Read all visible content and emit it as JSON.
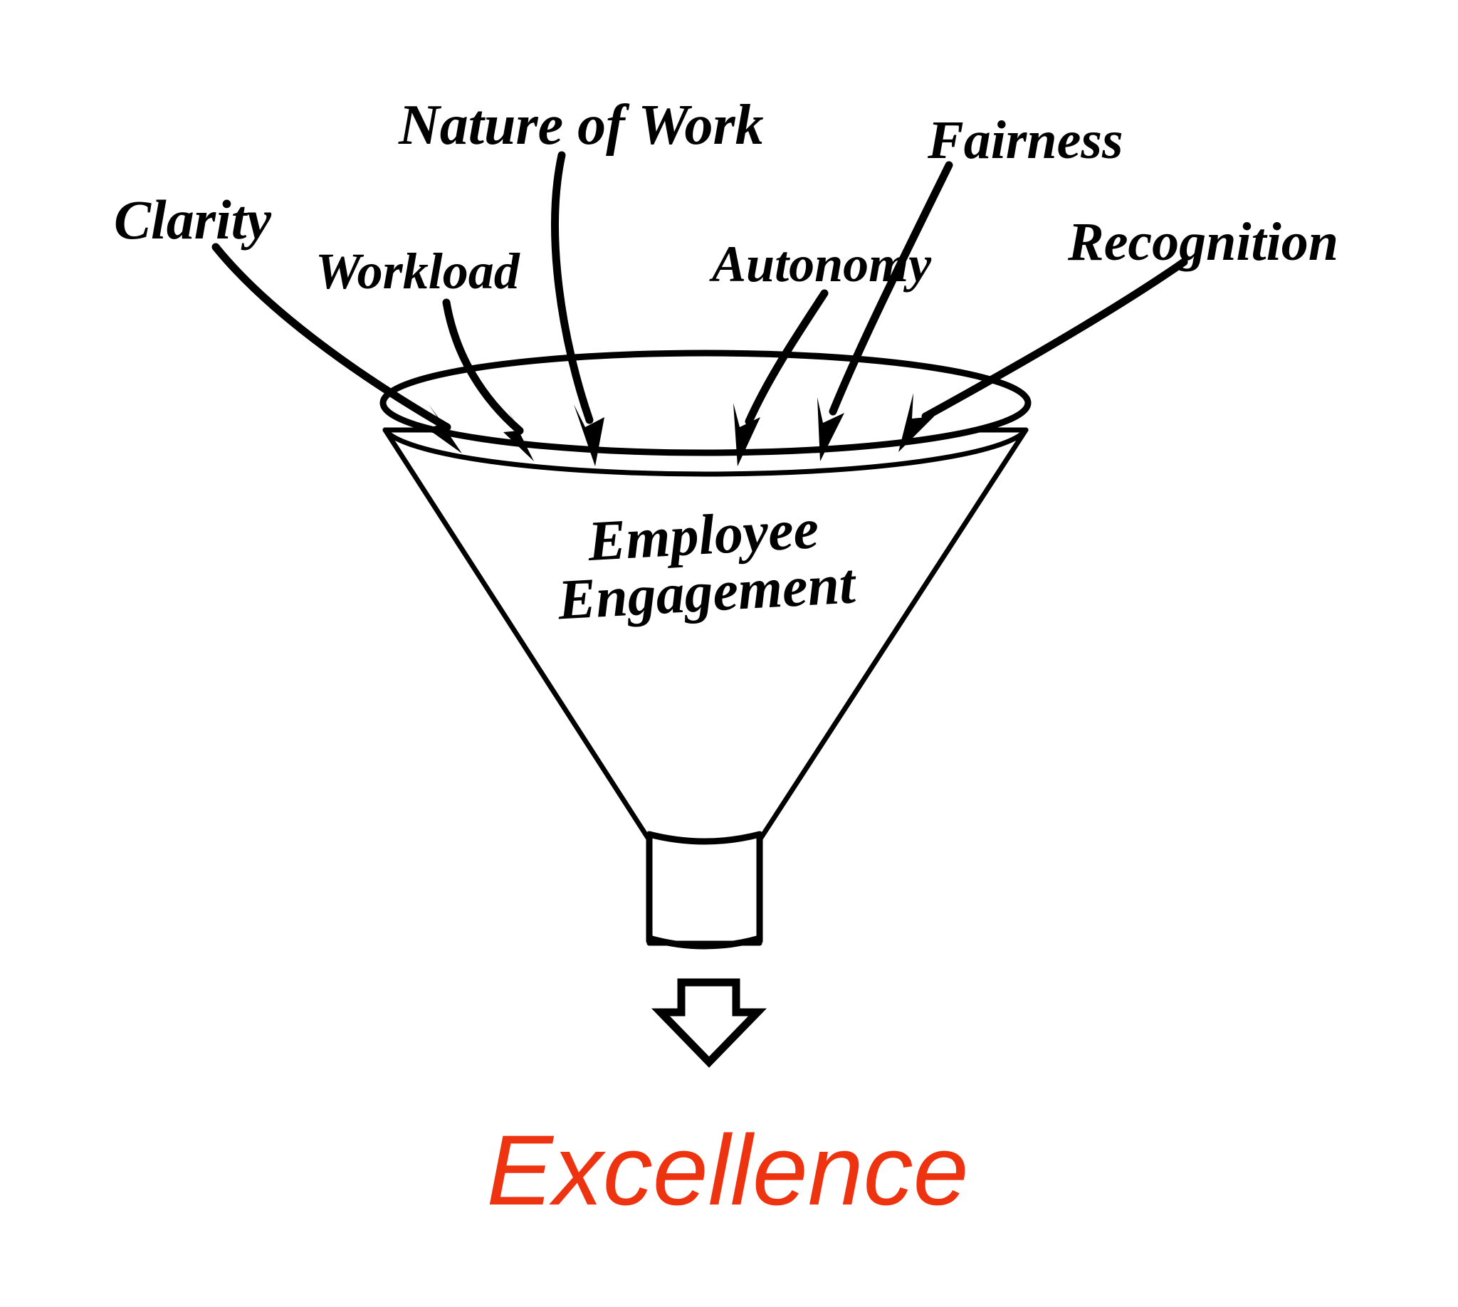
{
  "diagram": {
    "type": "funnel",
    "title": "Employee Engagement Funnel",
    "background_color": "#ffffff",
    "line_color": "#000000",
    "accent_color": "#ee3311"
  },
  "inputs": [
    {
      "id": "clarity",
      "label": "Clarity"
    },
    {
      "id": "workload",
      "label": "Workload"
    },
    {
      "id": "nature-of-work",
      "label": "Nature of Work"
    },
    {
      "id": "autonomy",
      "label": "Autonomy"
    },
    {
      "id": "fairness",
      "label": "Fairness"
    },
    {
      "id": "recognition",
      "label": "Recognition"
    }
  ],
  "funnel": {
    "line1": "Employee",
    "line2": "Engagement"
  },
  "outcome": {
    "label": "Excellence",
    "color": "#ee3311"
  },
  "chart_data": {
    "type": "funnel",
    "title": "Employee Engagement",
    "inputs": [
      "Clarity",
      "Workload",
      "Nature of Work",
      "Autonomy",
      "Fairness",
      "Recognition"
    ],
    "output": "Excellence",
    "arrow_count": 6,
    "annotations": []
  }
}
